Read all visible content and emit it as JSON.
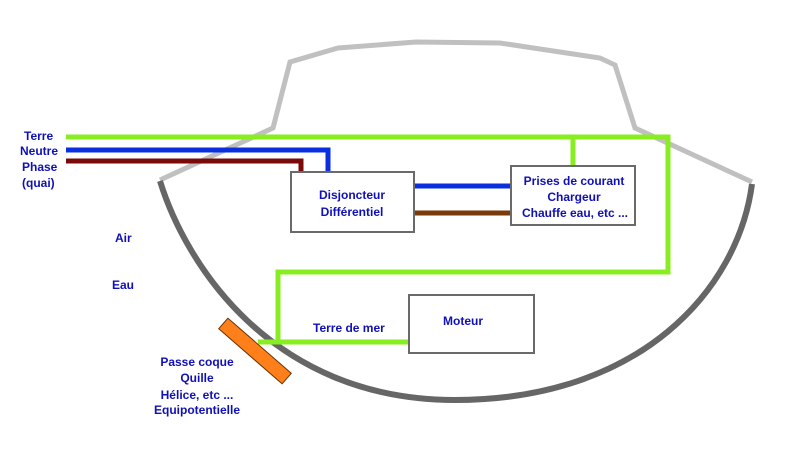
{
  "colors": {
    "earth": "#88ee22",
    "neutral": "#0a2fe0",
    "phase": "#7a0a0a",
    "phase_out": "#7a3a0a",
    "hull": "#666666",
    "cabin": "#c0c0c0",
    "fitting": "#ff7f1a",
    "text": "#1010b8",
    "box_border": "#6a6a6a"
  },
  "wires": {
    "terre": "Terre",
    "neutre": "Neutre",
    "phase": "Phase",
    "quai": "(quai)"
  },
  "zones": {
    "air": "Air",
    "eau": "Eau"
  },
  "boxes": {
    "disjoncteur": [
      "Disjoncteur",
      "Différentiel"
    ],
    "prises": [
      "Prises de courant",
      "Chargeur",
      "Chauffe eau, etc ..."
    ],
    "moteur": "Moteur"
  },
  "terre_de_mer": "Terre de mer",
  "passe_coque": [
    "Passe coque",
    "Quille",
    "Hélice, etc ...",
    "Equipotentielle"
  ]
}
